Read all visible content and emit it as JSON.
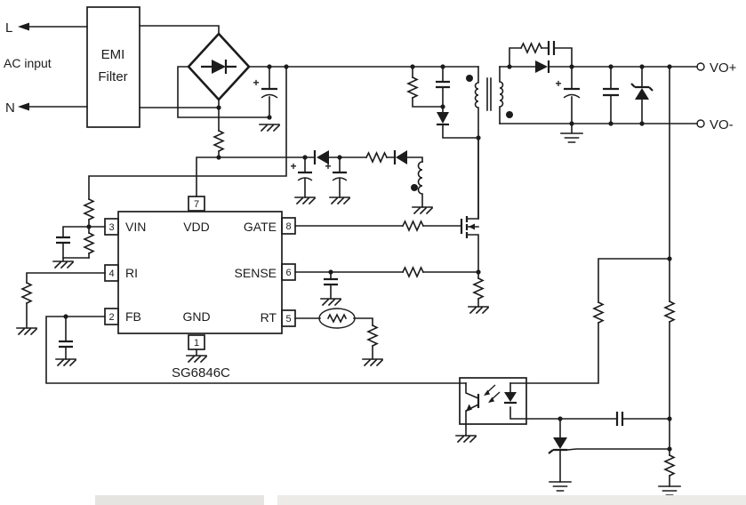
{
  "ac_input": {
    "line_label": "L",
    "neutral_label": "N",
    "caption": "AC input",
    "emi_filter_line1": "EMI",
    "emi_filter_line2": "Filter"
  },
  "controller": {
    "part_number": "SG6846C",
    "pins": {
      "vin": {
        "number": "3",
        "label": "VIN"
      },
      "vdd": {
        "number": "7",
        "label": "VDD"
      },
      "gate": {
        "number": "8",
        "label": "GATE"
      },
      "ri": {
        "number": "4",
        "label": "RI"
      },
      "sense": {
        "number": "6",
        "label": "SENSE"
      },
      "fb": {
        "number": "2",
        "label": "FB"
      },
      "gnd": {
        "number": "1",
        "label": "GND"
      },
      "rt": {
        "number": "5",
        "label": "RT"
      }
    }
  },
  "output": {
    "positive_label": "VO+",
    "negative_label": "VO-"
  },
  "marks": {
    "plus": "+"
  },
  "colors": {
    "line": "#1c1c1c",
    "background": "#ffffff"
  },
  "components": [
    "ac-line-arrows",
    "emi-filter",
    "bridge-rectifier",
    "bulk-capacitor",
    "startup-resistor",
    "vin-divider-resistors",
    "vin-filter-capacitor",
    "ri-resistor",
    "fb-filter-capacitor",
    "vdd-rectifier-diodes",
    "vdd-capacitors",
    "auxiliary-winding",
    "transformer",
    "primary-rcd-clamp",
    "gate-resistor",
    "power-mosfet",
    "current-sense-resistor",
    "sense-filter-capacitor",
    "rt-thermistor",
    "rt-resistor",
    "secondary-snubber",
    "output-rectifier-diode",
    "output-electrolytic-capacitor",
    "output-ceramic-capacitor",
    "output-zener-diode",
    "optocoupler",
    "shunt-regulator",
    "feedback-divider-resistors",
    "compensation-capacitor"
  ]
}
